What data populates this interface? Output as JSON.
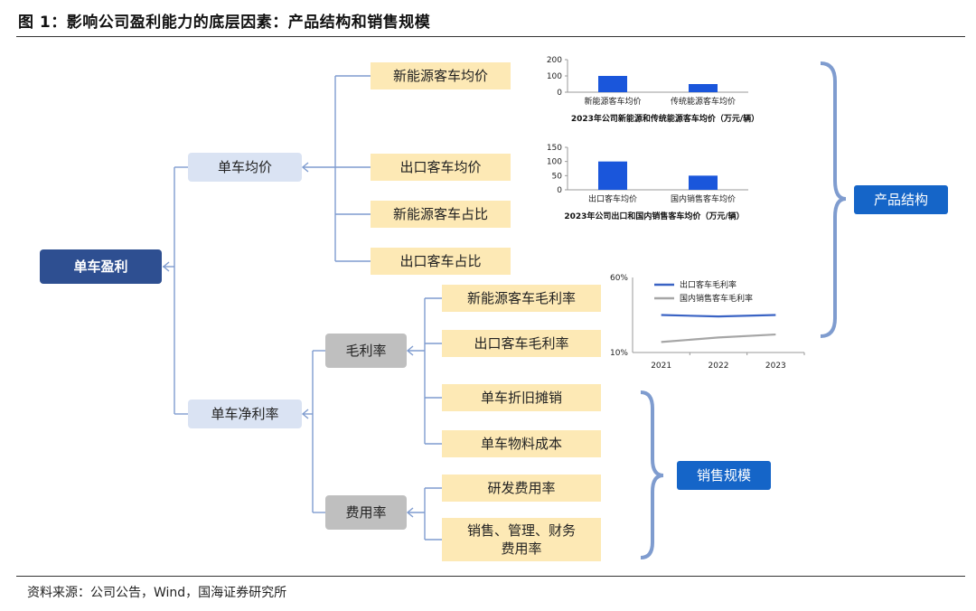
{
  "figure_title": "图 1：影响公司盈利能力的底层因素：产品结构和销售规模",
  "source": "资料来源：公司公告，Wind，国海证券研究所",
  "tree": {
    "root": "单车盈利",
    "avg_price": "单车均价",
    "net_margin": "单车净利率",
    "gross_margin": "毛利率",
    "expense_rate": "费用率",
    "leaves": {
      "nev_price": "新能源客车均价",
      "export_price": "出口客车均价",
      "nev_share": "新能源客车占比",
      "export_share": "出口客车占比",
      "nev_gm": "新能源客车毛利率",
      "export_gm": "出口客车毛利率",
      "depreciation": "单车折旧摊销",
      "material_cost": "单车物料成本",
      "rd_rate": "研发费用率",
      "sga_rate": "销售、管理、财务费用率"
    }
  },
  "categories": {
    "product_structure": "产品结构",
    "sales_scale": "销售规模"
  },
  "colors": {
    "root": "#2e4f91",
    "level1": "#dae3f3",
    "level2": "#bfbfbf",
    "leaf": "#fde9b5",
    "category": "#1565c8",
    "bar": "#1a56db",
    "line_export": "#3a63c4",
    "line_domestic": "#a6a6a6"
  },
  "chart_data": [
    {
      "type": "bar",
      "title": "2023年公司新能源和传统能源客车均价（万元/辆）",
      "categories": [
        "新能源客车均价",
        "传统能源客车均价"
      ],
      "values": [
        100,
        50
      ],
      "ylim": [
        0,
        200
      ],
      "yticks": [
        0,
        100,
        200
      ]
    },
    {
      "type": "bar",
      "title": "2023年公司出口和国内销售客车均价（万元/辆）",
      "categories": [
        "出口客车均价",
        "国内销售客车均价"
      ],
      "values": [
        100,
        50
      ],
      "ylim": [
        0,
        150
      ],
      "yticks": [
        0,
        50,
        100,
        150
      ]
    },
    {
      "type": "line",
      "title": "",
      "x": [
        "2021",
        "2022",
        "2023"
      ],
      "series": [
        {
          "name": "出口客车毛利率",
          "values": [
            35,
            34,
            35
          ]
        },
        {
          "name": "国内销售客车毛利率",
          "values": [
            17,
            20,
            22
          ]
        }
      ],
      "ylim": [
        10,
        60
      ],
      "ytick_labels": [
        "10%",
        "60%"
      ]
    }
  ]
}
